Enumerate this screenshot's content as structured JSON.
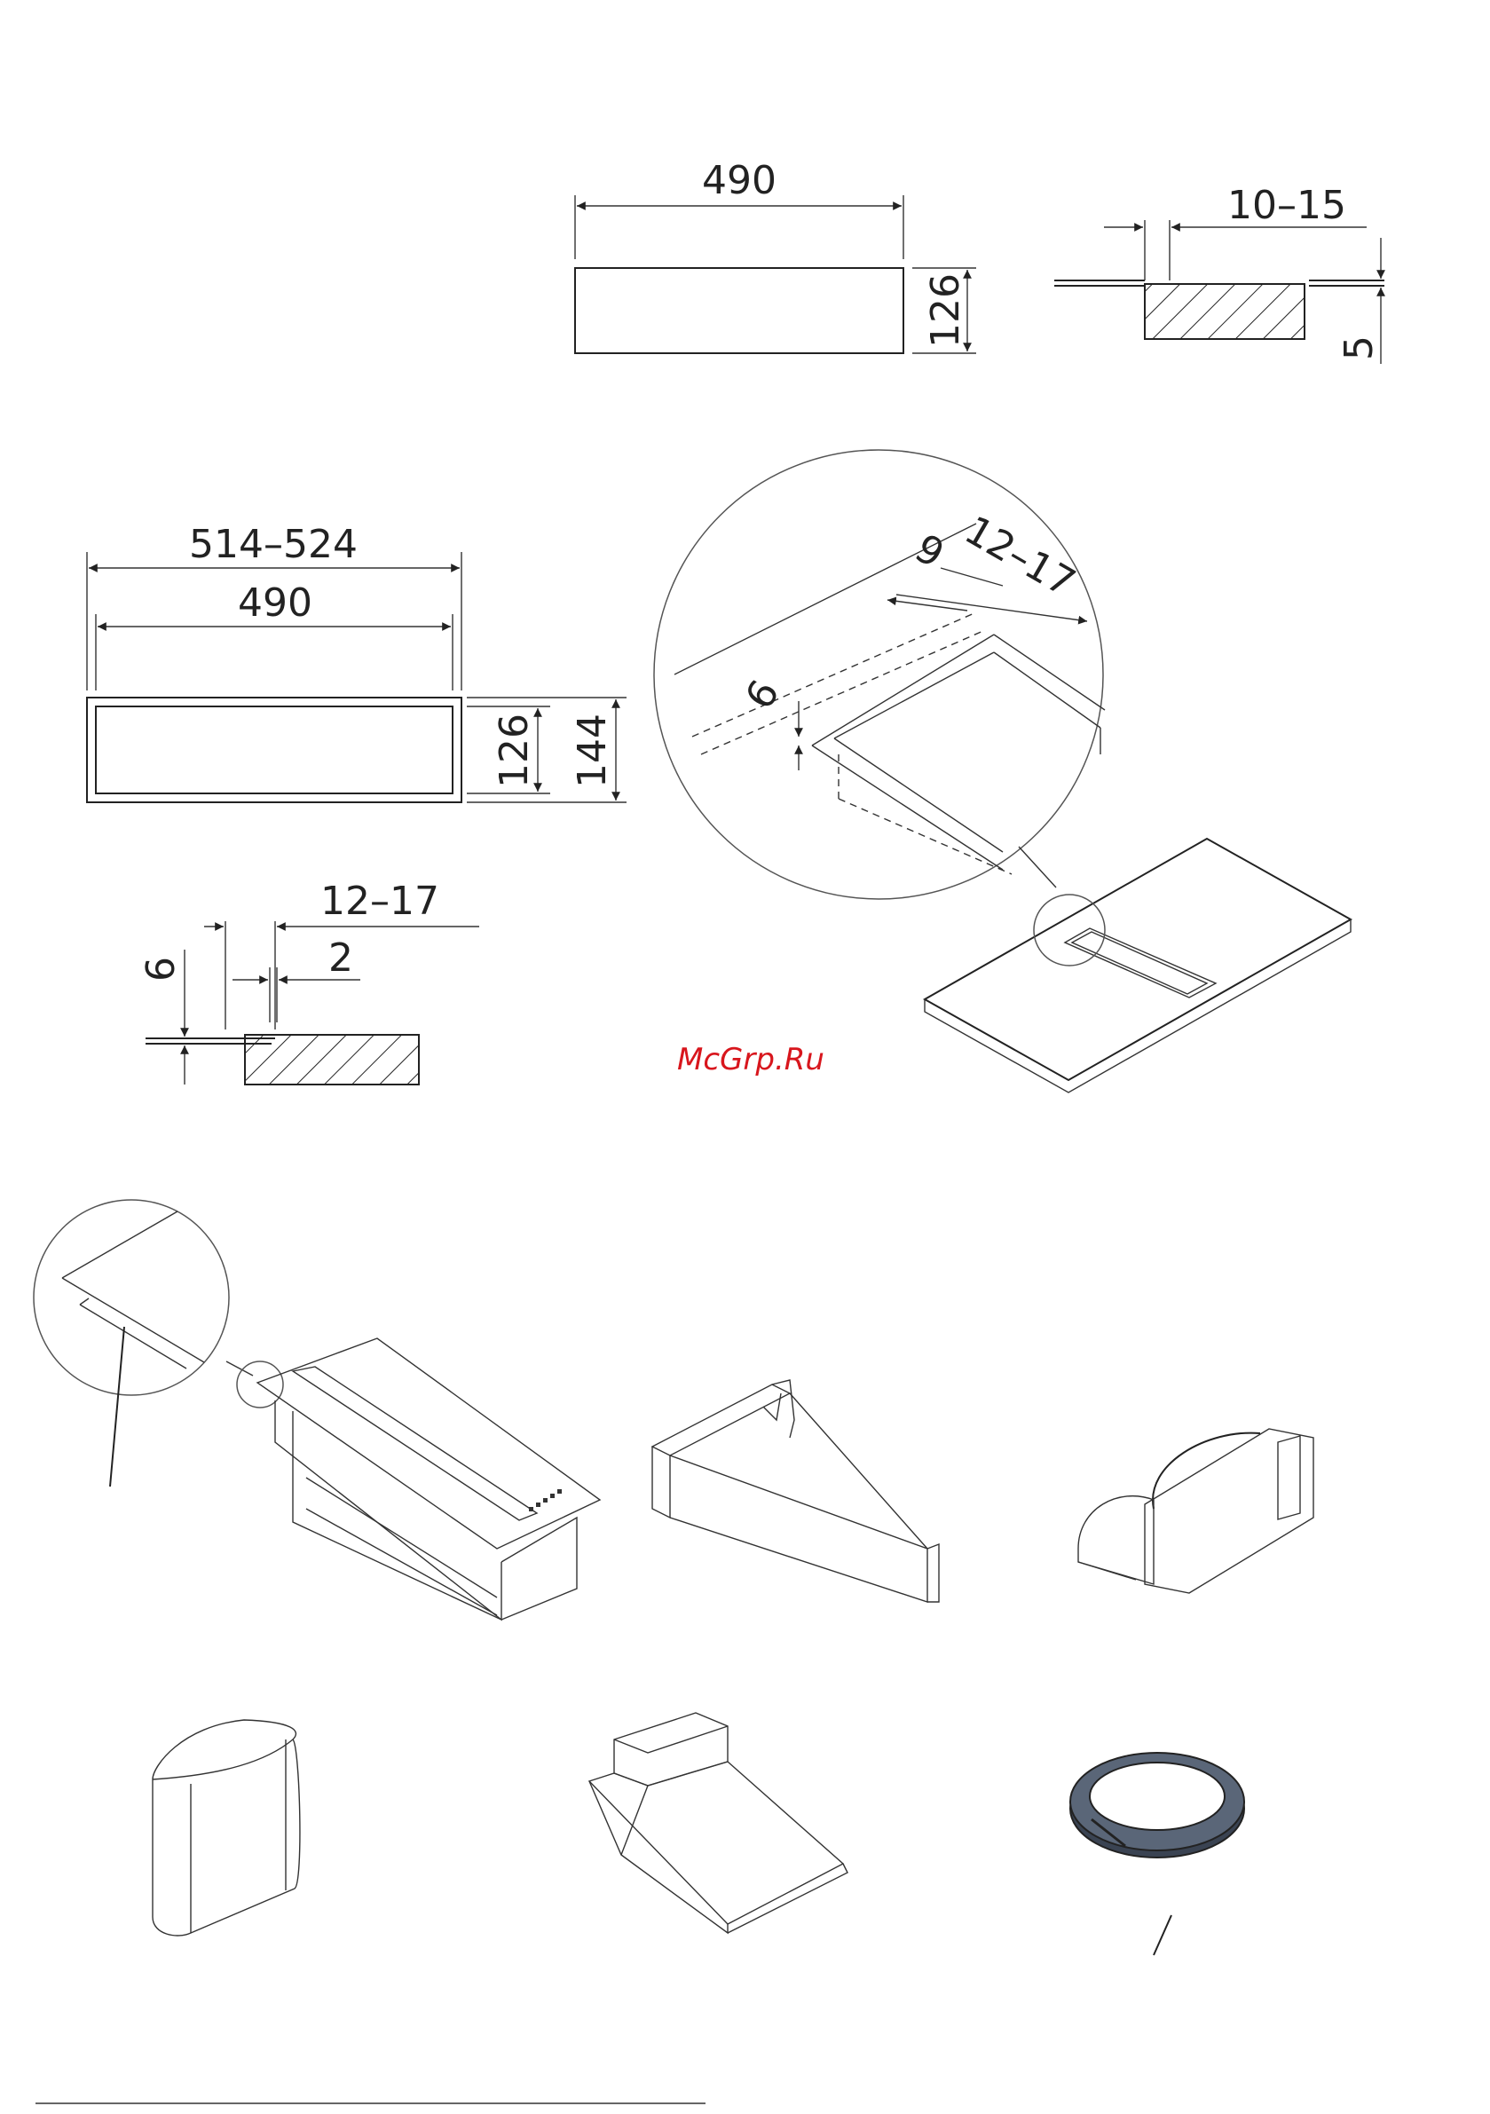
{
  "watermark": "McGrp.Ru",
  "cutout_top": {
    "width": "490",
    "height": "126"
  },
  "edge_detail_top": {
    "gap": "10–15",
    "depth": "5"
  },
  "cutout_frame": {
    "outer_width": "514–524",
    "inner_width": "490",
    "inner_height": "126",
    "outer_height": "144"
  },
  "edge_detail_bottom": {
    "gap": "12–17",
    "lip": "2",
    "depth": "6"
  },
  "zoom_detail": {
    "gap": "12–17",
    "offset": "9",
    "depth": "6"
  },
  "colors": {
    "line": "#222222",
    "watermark": "#d8161d"
  }
}
